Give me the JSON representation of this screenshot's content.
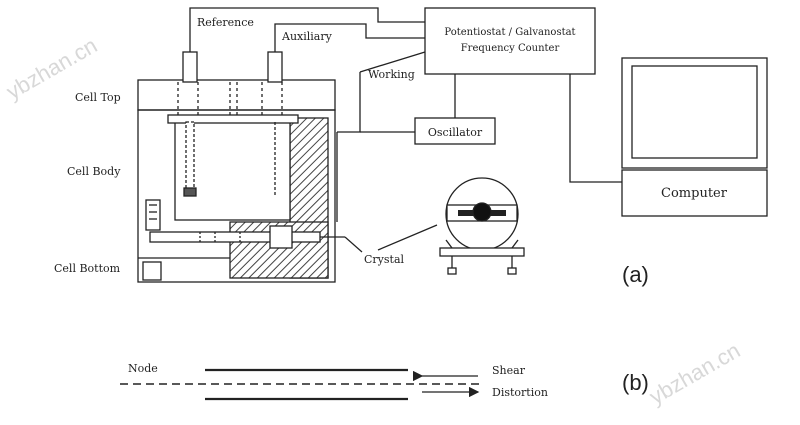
{
  "watermark": "ybzhan.cn",
  "diagram": {
    "labels": {
      "reference": "Reference",
      "auxiliary": "Auxiliary",
      "working": "Working",
      "potentiostat_line1": "Potentiostat / Galvanostat",
      "potentiostat_line2": "Frequency Counter",
      "oscillator": "Oscillator",
      "computer": "Computer",
      "cell_top": "Cell Top",
      "cell_body": "Cell Body",
      "cell_bottom": "Cell Bottom",
      "crystal": "Crystal",
      "panel_a": "(a)",
      "panel_b": "(b)",
      "node": "Node",
      "shear": "Shear",
      "distortion": "Distortion"
    }
  }
}
